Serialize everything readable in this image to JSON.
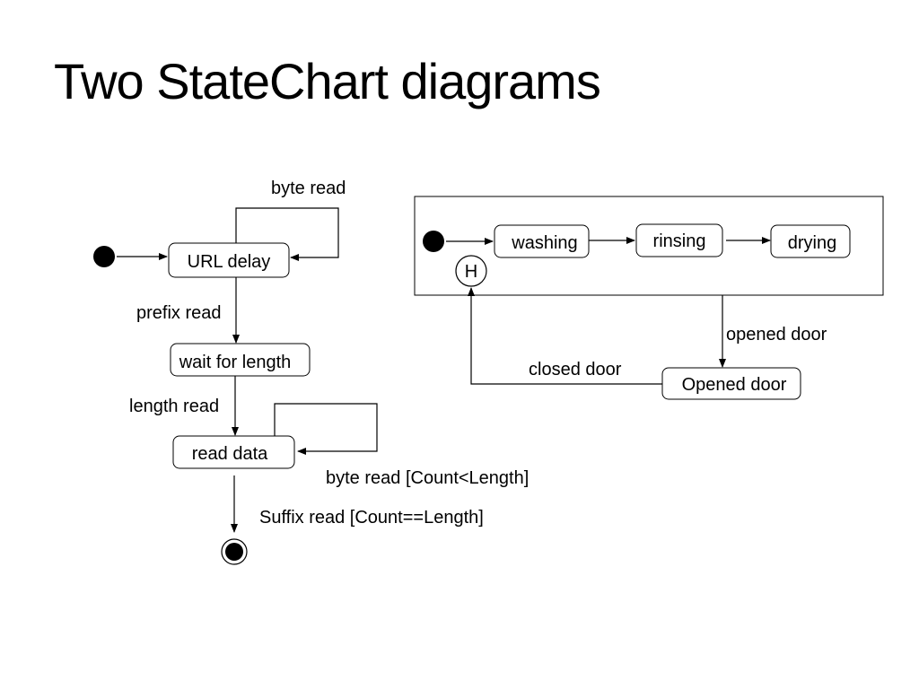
{
  "title": "Two StateChart diagrams",
  "diagram1": {
    "states": {
      "url_delay": "URL delay",
      "wait_for_length": "wait for length",
      "read_data": "read data"
    },
    "transitions": {
      "byte_read": "byte read",
      "prefix_read": "prefix read",
      "length_read": "length read",
      "byte_read_guard": "byte read [Count<Length]",
      "suffix_read": "Suffix read [Count==Length]"
    }
  },
  "diagram2": {
    "states": {
      "washing": "washing",
      "rinsing": "rinsing",
      "drying": "drying",
      "opened_door": "Opened door",
      "history": "H"
    },
    "transitions": {
      "opened_door": "opened door",
      "closed_door": "closed door"
    }
  }
}
